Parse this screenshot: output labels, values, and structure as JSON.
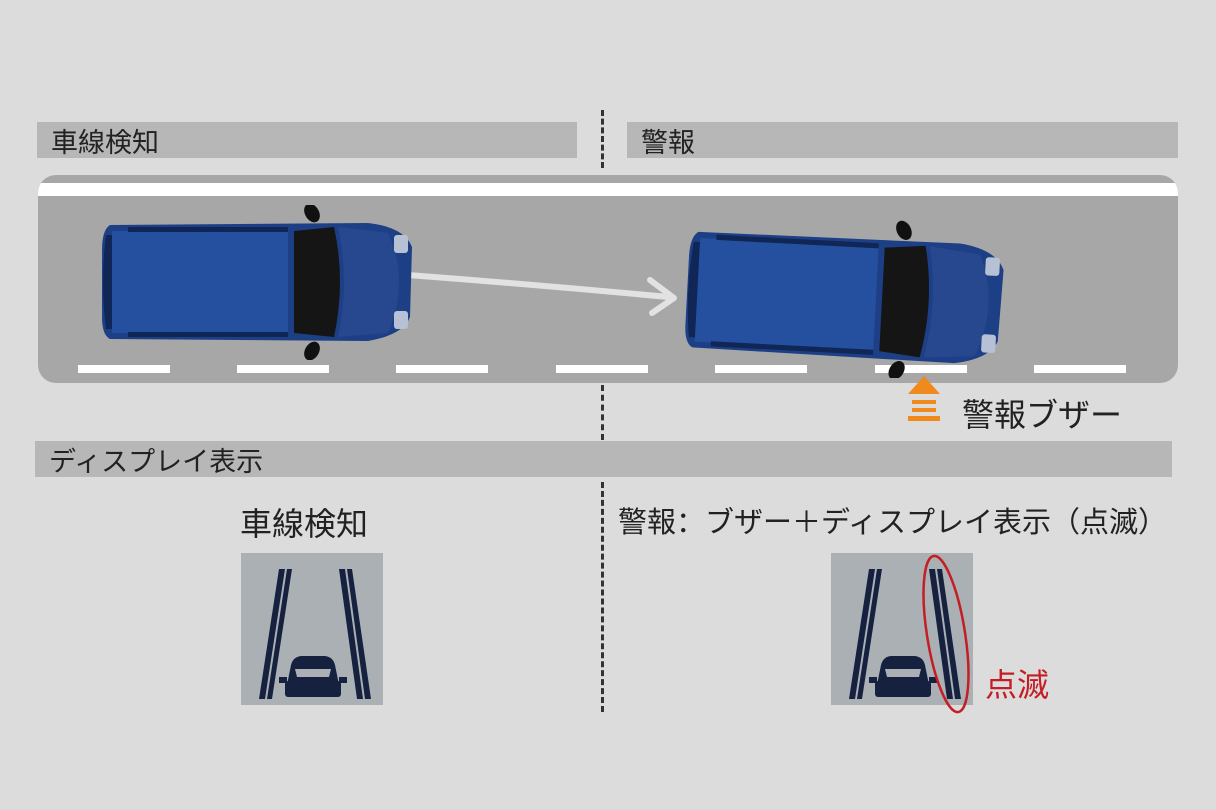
{
  "sections": {
    "detection": "車線検知",
    "warning": "警報",
    "display": "ディスプレイ表示"
  },
  "buzzer": {
    "label": "警報ブザー",
    "icon": "buzzer-arrow-icon",
    "color": "#f08a1c"
  },
  "display_panels": {
    "left_caption": "車線検知",
    "right_caption": "警報：ブザー＋ディスプレイ表示（点滅）",
    "blink_label": "点滅",
    "blink_color": "#c41e24"
  },
  "colors": {
    "background": "#dcdcdc",
    "section_bar": "#b7b7b7",
    "road": "#a7a7a7",
    "car_body": "#1d3f86",
    "arrow": "#e2e2e2"
  }
}
